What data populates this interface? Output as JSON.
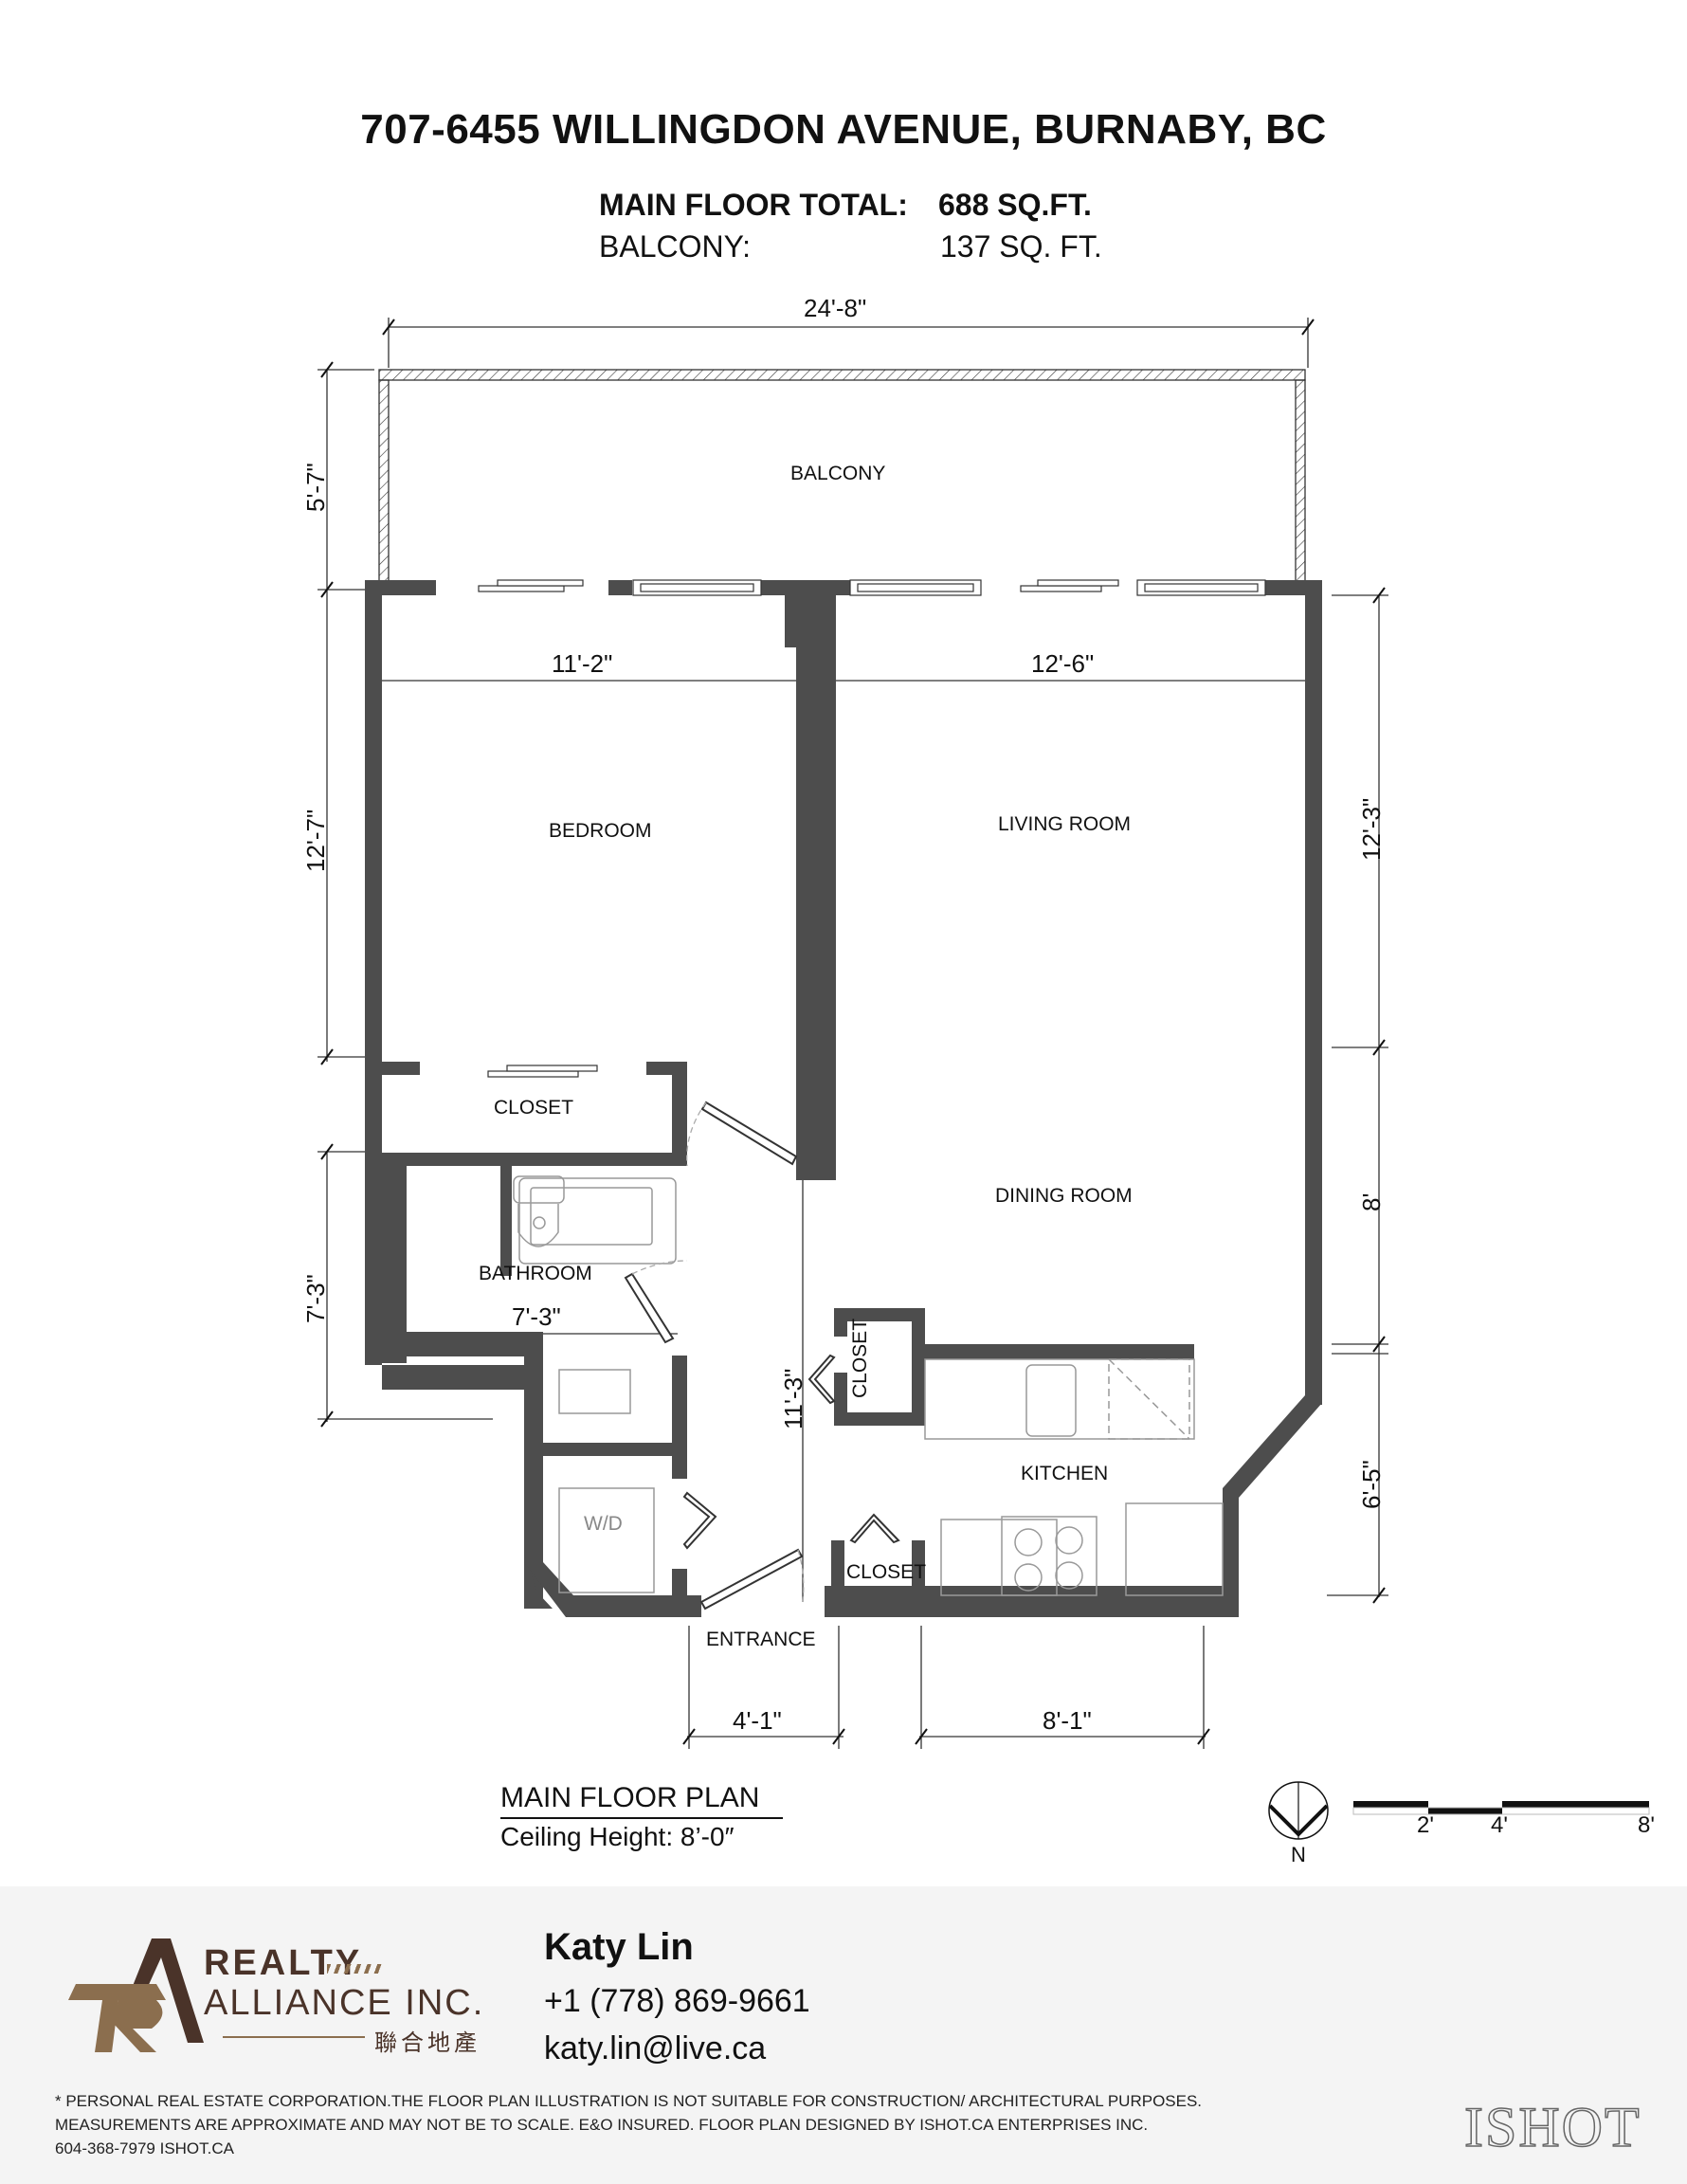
{
  "header": {
    "address": "707-6455 WILLINGDON AVENUE, BURNABY, BC",
    "main_floor_label": "MAIN FLOOR TOTAL:",
    "main_floor_value": "688 SQ.FT.",
    "balcony_label": "BALCONY:",
    "balcony_value": "137 SQ. FT."
  },
  "rooms": {
    "balcony": "BALCONY",
    "bedroom": "BEDROOM",
    "living_room": "LIVING ROOM",
    "dining_room": "DINING ROOM",
    "closet_bedroom": "CLOSET",
    "bathroom": "BATHROOM",
    "closet_kitchen": "CLOSET",
    "kitchen": "KITCHEN",
    "closet_entry": "CLOSET",
    "washer_dryer": "W/D",
    "entrance": "ENTRANCE"
  },
  "dimensions": {
    "overall_width": "24'-8\"",
    "balcony_depth": "5'-7\"",
    "bedroom_width": "11'-2\"",
    "living_width": "12'-6\"",
    "bedroom_depth": "12'-7\"",
    "living_depth": "12'-3\"",
    "dining_depth": "8'",
    "kitchen_depth": "6'-5\"",
    "bathroom_depth": "7'-3\"",
    "bathroom_width": "7'-3\"",
    "entry_hall_length": "11'-3\"",
    "entrance_width": "4'-1\"",
    "kitchen_width": "8'-1\""
  },
  "legend": {
    "title": "MAIN FLOOR PLAN",
    "ceiling": "Ceiling Height: 8’-0″",
    "north_label": "N",
    "scale_ticks": [
      "2'",
      "4'",
      "8'"
    ]
  },
  "agent": {
    "brand_line1": "REALTY",
    "brand_line2": "ALLIANCE INC.",
    "brand_chinese": "聯合地產",
    "name": "Katy Lin",
    "phone": "+1 (778) 869-9661",
    "email": "katy.lin@live.ca"
  },
  "disclaimer": {
    "line1": "* PERSONAL REAL ESTATE CORPORATION.THE FLOOR PLAN ILLUSTRATION IS NOT SUITABLE FOR CONSTRUCTION/ ARCHITECTURAL PURPOSES.",
    "line2": "MEASUREMENTS ARE APPROXIMATE AND MAY NOT BE TO SCALE. E&O INSURED. FLOOR PLAN DESIGNED BY ISHOT.CA ENTERPRISES INC.",
    "line3": "604-368-7979  ISHOT.CA"
  },
  "watermark": "ISHOT",
  "colors": {
    "wall": "#4d4d4d",
    "footer_bg": "#f4f4f4",
    "brand_brown": "#4a3329",
    "brand_gold": "#8b6e4e"
  }
}
